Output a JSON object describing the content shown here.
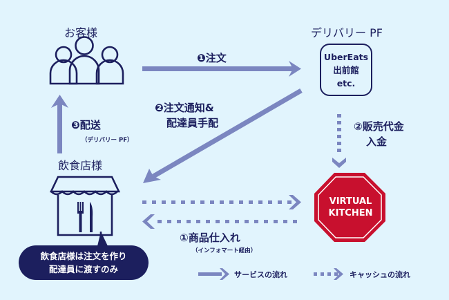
{
  "nodes": {
    "customer": {
      "label": "お客様"
    },
    "delivery_pf": {
      "label": "デリバリー PF",
      "box_lines": [
        "UberEats",
        "出前館",
        "etc."
      ]
    },
    "restaurant": {
      "label": "飲食店様",
      "note_lines": [
        "飲食店様は注文を作り",
        "配達員に渡すのみ"
      ]
    },
    "virtual_kitchen": {
      "lines": [
        "VIRTUAL",
        "KITCHEN"
      ]
    }
  },
  "flows": {
    "order": {
      "number": "❶",
      "label": "注文"
    },
    "notify": {
      "number": "❷",
      "lines": [
        "注文通知&",
        "配達員手配"
      ]
    },
    "delivery": {
      "number": "❸",
      "label": "配送",
      "sub": "（デリバリー PF）"
    },
    "payment": {
      "number": "②",
      "lines": [
        "販売代金",
        "入金"
      ]
    },
    "purchase": {
      "number": "①",
      "label": "商品仕入れ",
      "sub": "（インフォマート経由）"
    }
  },
  "legend": {
    "service": "サービスの流れ",
    "cash": "キャッシュの流れ"
  },
  "colors": {
    "background": "#e1f4fd",
    "navy": "#1c1f5e",
    "arrow": "#7b86c0",
    "red": "#c8102e"
  }
}
